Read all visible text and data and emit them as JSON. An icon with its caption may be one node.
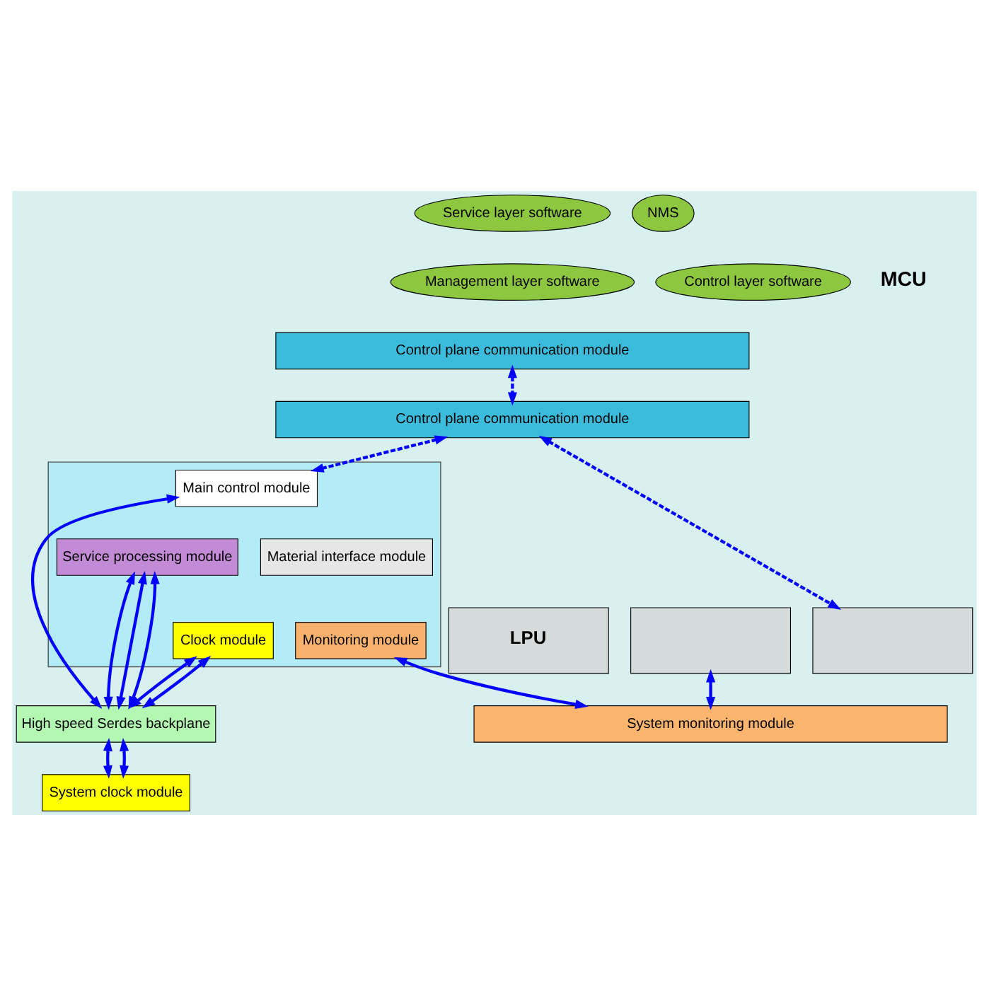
{
  "diagram": {
    "nodes": [
      {
        "text": [
          "Service layer software"
        ]
      },
      {
        "text": [
          "Management layer software"
        ]
      },
      {
        "text": [
          "Control layer software"
        ]
      },
      {
        "text": [
          "NMS"
        ]
      },
      {
        "text": [
          "Control plane communication module"
        ]
      },
      {
        "text": [
          "Control plane communication module"
        ]
      },
      {
        "text": [
          "LPU"
        ]
      },
      {
        "text": [],
        "shape": "box"
      },
      {
        "text": [],
        "shape": "box"
      },
      {
        "text": [],
        "shape": "box"
      },
      {
        "text": [
          "Main control module"
        ],
        "in": 9
      },
      {
        "text": [
          "Material interface module"
        ],
        "in": 9
      },
      {
        "text": [
          "Service processing module"
        ],
        "in": 9
      },
      {
        "text": [
          "Monitoring module"
        ],
        "in": 9
      },
      {
        "text": [
          "Clock module"
        ],
        "in": 9
      },
      {
        "text": [
          "High speed Serdes backplane"
        ]
      },
      {
        "text": [
          "System clock module"
        ]
      },
      {
        "text": [
          "System monitoring module"
        ]
      }
    ],
    "edges": [
      {
        "from": 4,
        "to": 5,
        "arrow": "both",
        "style": "dashed"
      },
      {
        "from": 5,
        "to": 8,
        "arrow": "both",
        "style": "dashed"
      },
      {
        "from": 5,
        "to": 10,
        "arrow": "both",
        "style": "dashed"
      },
      {
        "from": 10,
        "to": 15,
        "arrow": "both"
      },
      {
        "from": 12,
        "to": 15,
        "arrow": "both"
      },
      {
        "from": 12,
        "to": 15,
        "arrow": "both"
      },
      {
        "from": 12,
        "to": 15,
        "arrow": "both"
      },
      {
        "from": 14,
        "to": 15,
        "arrow": "both"
      },
      {
        "from": 14,
        "to": 15,
        "arrow": "both"
      },
      {
        "from": 15,
        "to": 16,
        "arrow": "both"
      },
      {
        "from": 15,
        "to": 16,
        "arrow": "both"
      },
      {
        "from": 7,
        "to": 17,
        "arrow": "both"
      },
      {
        "from": 13,
        "to": 17,
        "arrow": "both"
      }
    ],
    "labels": [
      "MCU"
    ]
  }
}
